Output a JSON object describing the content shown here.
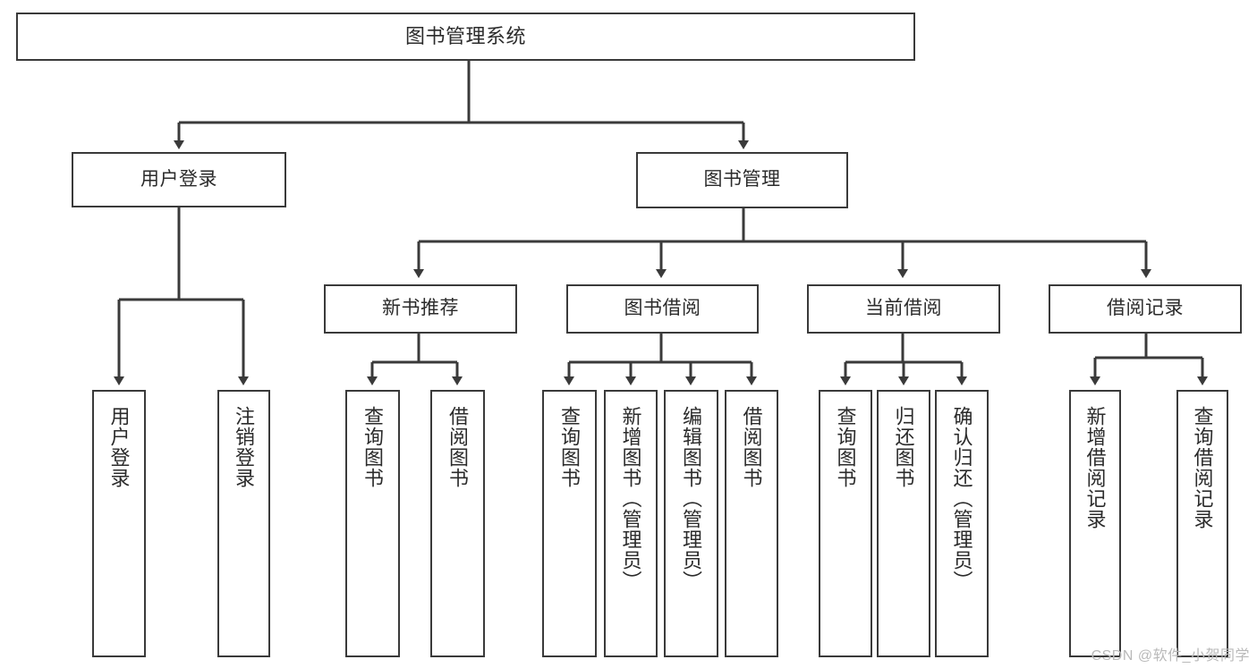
{
  "diagram": {
    "type": "tree",
    "title": "图书管理系统",
    "watermark": "CSDN @软件_小贺同学",
    "root": {
      "id": "root",
      "label": "图书管理系统",
      "orientation": "horizontal"
    },
    "level2": [
      {
        "id": "user-login",
        "label": "用户登录",
        "orientation": "horizontal"
      },
      {
        "id": "book-manage",
        "label": "图书管理",
        "orientation": "horizontal"
      }
    ],
    "level3": [
      {
        "id": "new-book-recommend",
        "label": "新书推荐",
        "orientation": "horizontal",
        "parent": "book-manage"
      },
      {
        "id": "book-borrow",
        "label": "图书借阅",
        "orientation": "horizontal",
        "parent": "book-manage"
      },
      {
        "id": "current-borrow",
        "label": "当前借阅",
        "orientation": "horizontal",
        "parent": "book-manage"
      },
      {
        "id": "borrow-record",
        "label": "借阅记录",
        "orientation": "horizontal",
        "parent": "book-manage"
      }
    ],
    "leaves": [
      {
        "id": "leaf-user-login",
        "label": "用户登录",
        "orientation": "vertical",
        "parent": "user-login"
      },
      {
        "id": "leaf-user-logout",
        "label": "注销登录",
        "orientation": "vertical",
        "parent": "user-login"
      },
      {
        "id": "leaf-query-book-1",
        "label": "查询图书",
        "orientation": "vertical",
        "parent": "new-book-recommend"
      },
      {
        "id": "leaf-borrow-book-1",
        "label": "借阅图书",
        "orientation": "vertical",
        "parent": "new-book-recommend"
      },
      {
        "id": "leaf-query-book-2",
        "label": "查询图书",
        "orientation": "vertical",
        "parent": "book-borrow"
      },
      {
        "id": "leaf-add-book",
        "label": "新增图书（管理员）",
        "orientation": "vertical",
        "parent": "book-borrow"
      },
      {
        "id": "leaf-edit-book",
        "label": "编辑图书（管理员）",
        "orientation": "vertical",
        "parent": "book-borrow"
      },
      {
        "id": "leaf-borrow-book-2",
        "label": "借阅图书",
        "orientation": "vertical",
        "parent": "book-borrow"
      },
      {
        "id": "leaf-query-book-3",
        "label": "查询图书",
        "orientation": "vertical",
        "parent": "current-borrow"
      },
      {
        "id": "leaf-return-book",
        "label": "归还图书",
        "orientation": "vertical",
        "parent": "current-borrow"
      },
      {
        "id": "leaf-confirm-return",
        "label": "确认归还（管理员）",
        "orientation": "vertical",
        "parent": "current-borrow"
      },
      {
        "id": "leaf-add-record",
        "label": "新增借阅记录",
        "orientation": "vertical",
        "parent": "borrow-record"
      },
      {
        "id": "leaf-query-record",
        "label": "查询借阅记录",
        "orientation": "vertical",
        "parent": "borrow-record"
      }
    ],
    "colors": {
      "stroke": "#3a3a3a",
      "fill": "#ffffff",
      "text": "#2b2b2b",
      "watermark": "#b9b9b9"
    }
  }
}
